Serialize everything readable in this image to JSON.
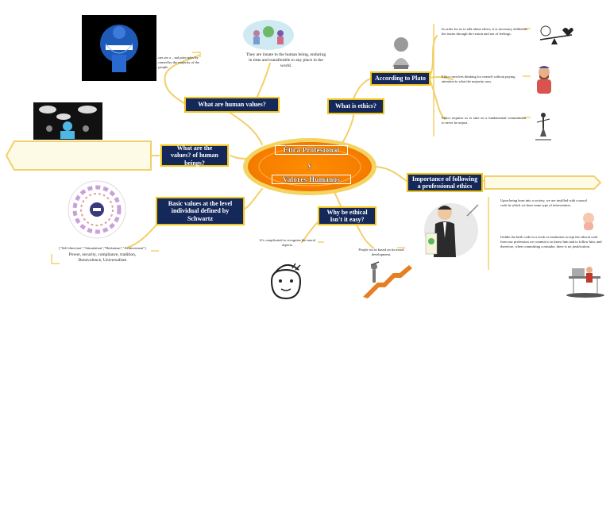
{
  "center": {
    "line1": "Ética Profesional",
    "line2": "y",
    "line3": "Valores Humanos"
  },
  "nodes": {
    "human_values": "What are human values?",
    "what_is_ethics": "What is ethics?",
    "according_plato": "According to Plato",
    "values_of_humans": "What are the values? of human beings?",
    "importance": "Importance of following a professional ethics",
    "basic_values": "Basic values at the level individual defined by Schwartz",
    "why_ethical": "Why be ethical Isn't it easy?"
  },
  "texts": {
    "values_def": "...ues are a ...nal principles by ...ormed by the majority of the ...people",
    "innate": "They are innate to the human being, enduring in time and transferable to any place in the world.",
    "plato_1": "In order for us to talk about ethics, it is necessary deliberate the issues through the reason and not of feelings.",
    "plato_2": "Ethics involves thinking for oneself without paying attention to what the majority says.",
    "plato_3": "Ethics requires us to take on a fundamental commitment to never be unjust.",
    "importance_1": "Upon being born into a society, we are instilled with a moral code in which we have none type of intervention.",
    "importance_2": "Unlike the birth code in a work or institution accept the ethical code from our profession we commit to to know him and to follow him, and therefore, when committing a mistake, there is no justification.",
    "schwartz_1": "[\"Self-direction\",\"Stimulation\",\"Hedonism\",\"Achievement\"]",
    "schwartz_2": "Power, security, compliance, tradition,",
    "schwartz_3": "Benevolence, Universalism",
    "complicated": "It's complicated to recognize the moral aspects.",
    "people_act": "People act in based on its moral development."
  },
  "colors": {
    "navy": "#14285a",
    "gold": "#f0c419",
    "orange": "#f57c00",
    "branch": "#f2d06b"
  },
  "icons": [
    "globe-person-icon",
    "people-speech-icon",
    "people-globe-icon",
    "bust-icon",
    "scale-heart-icon",
    "bearded-man-icon",
    "justice-statue-icon",
    "schwartz-wheel-icon",
    "businessman-icon",
    "baby-icon",
    "desk-worker-icon",
    "thinking-face-icon",
    "stairs-climb-icon"
  ]
}
